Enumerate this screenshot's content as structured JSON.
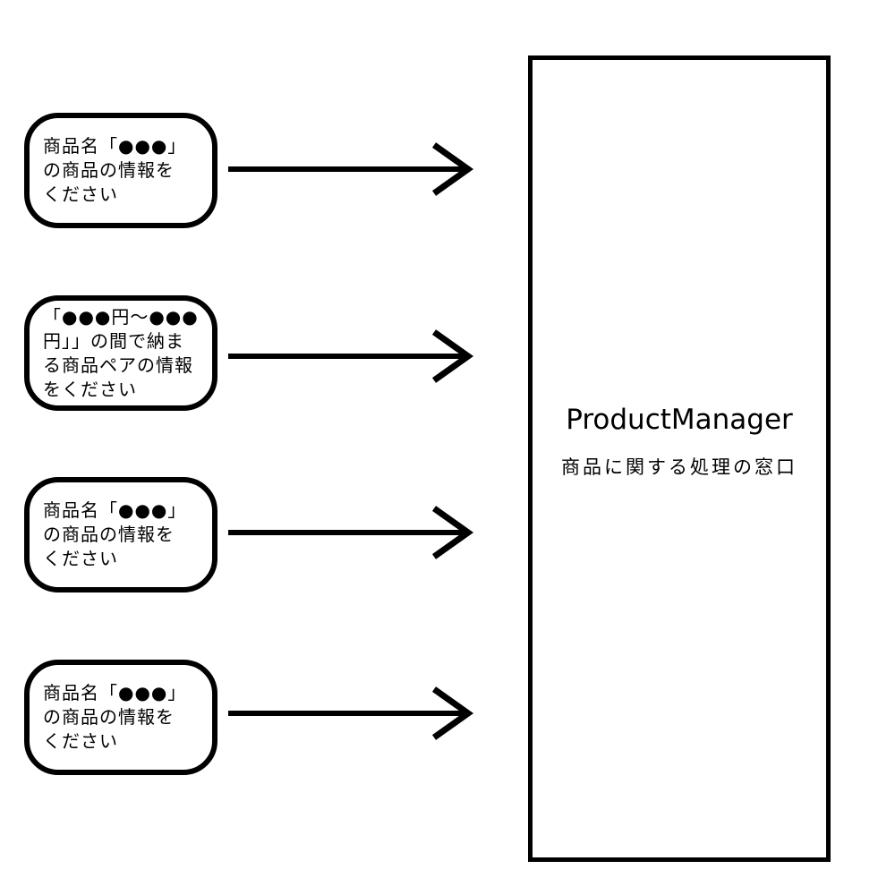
{
  "messages": [
    {
      "text": "商品名「●●●」\nの商品の情報を\nください"
    },
    {
      "text": "「●●●円～●●●\n円」」の間で納ま\nる商品ペアの情報\nをください"
    },
    {
      "text": "商品名「●●●」\nの商品の情報を\nください"
    },
    {
      "text": "商品名「●●●」\nの商品の情報を\nください"
    }
  ],
  "target": {
    "title": "ProductManager",
    "subtitle": "商品に関する処理の窓口"
  },
  "colors": {
    "stroke": "#000000",
    "background": "#ffffff"
  }
}
